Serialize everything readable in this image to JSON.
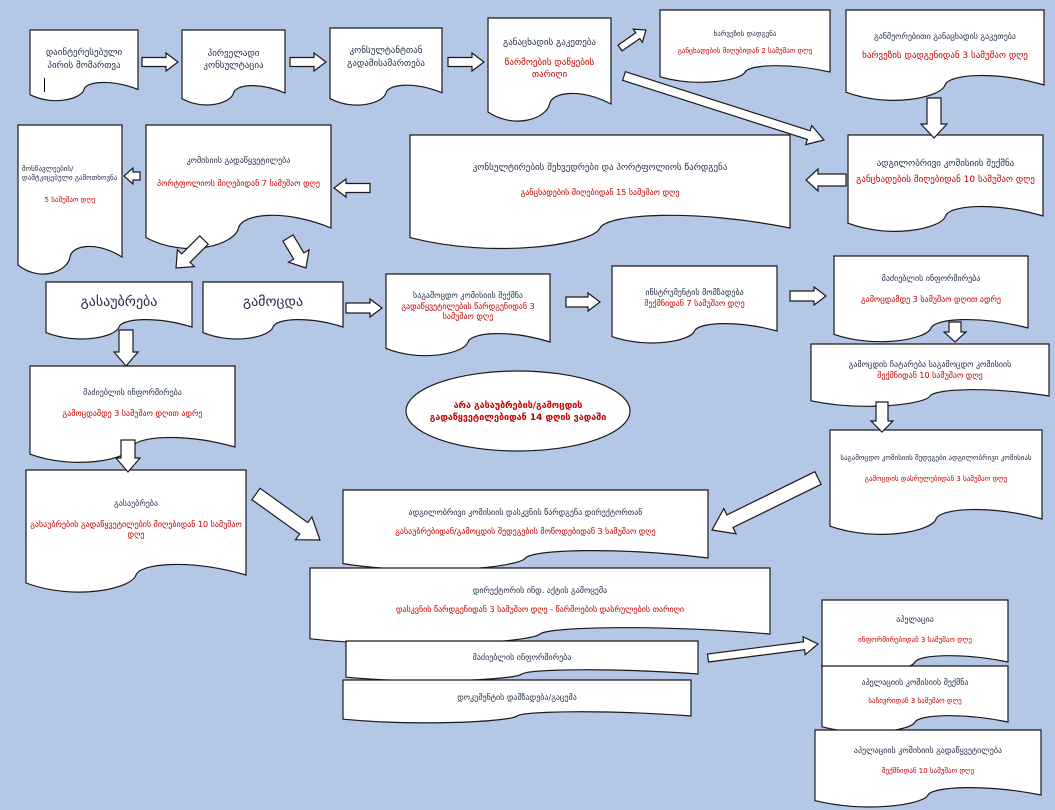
{
  "nodes": {
    "n1": {
      "title": "დაინტერესებული პირის მომართვა"
    },
    "n2": {
      "title": "პირველადი კონსულტაცია"
    },
    "n3": {
      "title": "კონსულტანტთან გადამისამართება"
    },
    "n4": {
      "title": "განაცხადის გაკეთება",
      "sub": "წარმოების დაწყების თარიღი"
    },
    "n5": {
      "title": "ხარვეზის დადგენა",
      "sub": "განცხადების მიღებიდან 2 სამუშაო დღე"
    },
    "n6": {
      "title": "განმეორებითი განაცხადის გაკეთება",
      "sub": "ხარვეზის დადგენიდან 3 სამუშაო დღე"
    },
    "n7": {
      "title": "ადგილობრივი კომისიის შექმნა",
      "sub": "განცხადების მიღებიდან 10 სამუშაო დღე"
    },
    "n8": {
      "title": "კონსულტირების შეხვედრები და პორტფოლიოს წარდგენა",
      "sub": "განცხადების მიღებიდან 15 სამუშაო დღე"
    },
    "n9": {
      "title": "კომისიის გადაწყვეტილება",
      "sub": "პორტფოლიოს მიღებიდან 7 სამუშაო დღე"
    },
    "n10": {
      "title": "მოსწავლეების/დამტკიცებული გამოთხოვნა",
      "sub": "5 სამუშაო დღე"
    },
    "n11": {
      "title": "გასაუბრება"
    },
    "n12": {
      "title": "გამოცდა"
    },
    "n13": {
      "title": "საგამოცდო კომისიის შექმნა",
      "sub": "გადაწყვეტილების წარდგენიდან 3 სამუშაო დღე"
    },
    "n14": {
      "title": "ინსტრუმენტის მომზადება",
      "sub": "შექმნიდან 7 სამუშაო დღე"
    },
    "n15": {
      "title": "მაძიებლის ინფორმირება",
      "sub": "გამოცდამდე 3 სამუშაო დღით ადრე"
    },
    "n16": {
      "title": "გამოცდის ჩატარება საგამოცდო კომისიის",
      "sub": "შექმნიდან 10 სამუშაო დღე"
    },
    "n17": {
      "title": "საგამოცდო კომისიის შედეგები ადგილობრივი კომისიას",
      "sub": "გამოცდის დასრულებიდან 3 სამუშაო დღე"
    },
    "n18": {
      "title": "მაძიებლის ინფორმირება",
      "sub": "გამოცდამდე 3 სამუშაო დღით ადრე"
    },
    "n19": {
      "title": "გასაუბრება",
      "sub": "გასაუბრების გადაწყვეტილების მიღებიდან 10 სამუშაო დღე"
    },
    "n20": {
      "title": "ადგილობრივი კომისიის დასკვნის წარდგენა დირექტორთან",
      "sub": "გასაუბრებიდან/გამოცდის შედეგების მოწოდებიდან 3 სამუშაო დღე"
    },
    "n21": {
      "title": "დირექტორის ინდ. აქტის გამოცემა",
      "sub": "დასკვნის წარდგენიდან 3 სამუშაო დღე - წარმოების დასრულების თარიღი"
    },
    "n22": {
      "title": "მაძიებლის ინფორმირება"
    },
    "n23": {
      "title": "დოკუმენტის დამზადება/გაცემა"
    },
    "n24": {
      "title": "აპელაცია",
      "sub": "ინფორმირებიდან 3 სამუშაო დღე"
    },
    "n25": {
      "title": "აპელაციის კომისიის შექმნა",
      "sub": "საჩივრიდან 3 სამუშაო დღე"
    },
    "n26": {
      "title": "აპელაციის კომისიის გადაწყვეტილება",
      "sub": "შექმნიდან 10 სამუშაო დღე"
    }
  },
  "ellipse": {
    "text": "არა გასაუბრების/გამოცდის გადაწყვეტილებიდან 14 დღის ვადაში"
  },
  "colors": {
    "background": "#b4c7e7",
    "accent": "#c00000",
    "text": "#1f2a44",
    "shape_fill": "#ffffff"
  }
}
